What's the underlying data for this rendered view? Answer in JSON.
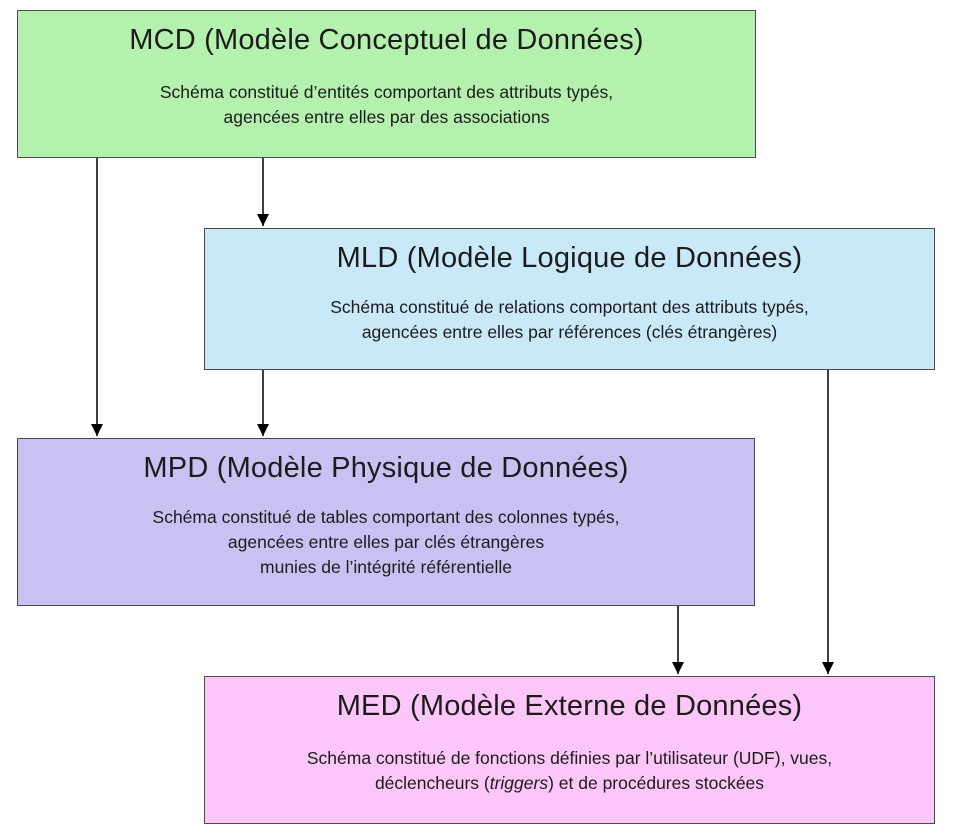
{
  "boxes": {
    "mcd": {
      "title": "MCD (Modèle Conceptuel de Données)",
      "line1": "Schéma constitué d’entités comportant des attributs typés,",
      "line2": "agencées entre elles par des associations",
      "bg": "#b4f0ae"
    },
    "mld": {
      "title": "MLD (Modèle Logique de Données)",
      "line1": "Schéma constitué de relations comportant des attributs typés,",
      "line2": "agencées entre elles par références (clés étrangères)",
      "bg": "#c9e9f9"
    },
    "mpd": {
      "title": "MPD (Modèle Physique de Données)",
      "line1": "Schéma constitué de tables comportant des colonnes typés,",
      "line2": "agencées entre elles par clés étrangères",
      "line3": "munies de l’intégrité référentielle",
      "bg": "#c8c1f1"
    },
    "med": {
      "title": "MED (Modèle Externe de Données)",
      "line1": "Schéma constitué de fonctions définies par l’utilisateur (UDF), vues,",
      "line2_pre": "déclencheurs (",
      "line2_italic": "triggers",
      "line2_post": ") et de procédures stockées",
      "bg": "#fcc7f8"
    }
  },
  "colors": {
    "arrow": "#000000",
    "border": "#4a4a4a"
  }
}
